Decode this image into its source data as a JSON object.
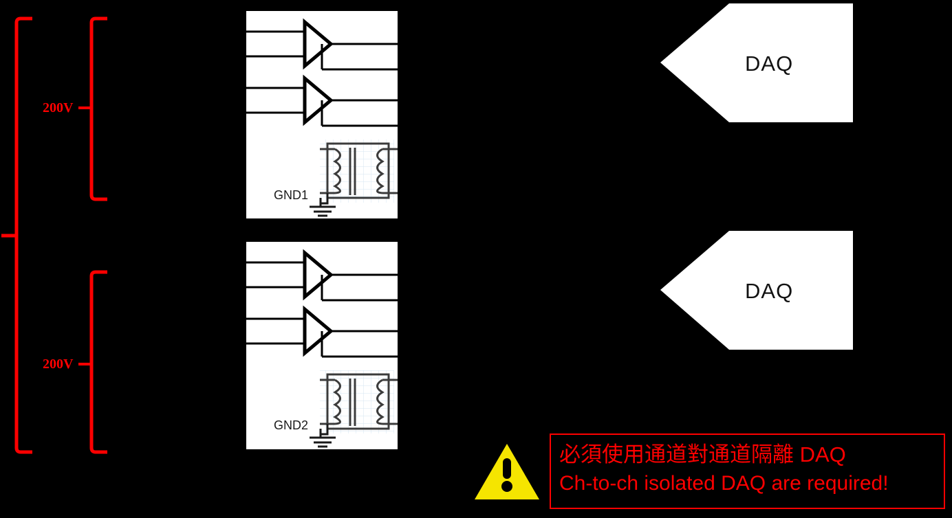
{
  "diagram": {
    "title": "Channel-to-channel isolation requirement diagram",
    "background_color": "#000000",
    "accent_red": "#FE0000",
    "warning_yellow": "#F5E500"
  },
  "voltage_brackets": {
    "outer_label": "",
    "inner": [
      {
        "label": "200V"
      },
      {
        "label": "200V"
      }
    ]
  },
  "isolation_blocks": [
    {
      "id": "block-1",
      "ground_label": "GND1",
      "amplifiers": [
        {
          "name": "amplifier-1"
        },
        {
          "name": "amplifier-2"
        }
      ],
      "transformer": {
        "name": "isolation-transformer"
      }
    },
    {
      "id": "block-2",
      "ground_label": "GND2",
      "amplifiers": [
        {
          "name": "amplifier-1"
        },
        {
          "name": "amplifier-2"
        }
      ],
      "transformer": {
        "name": "isolation-transformer"
      }
    }
  ],
  "daq_units": [
    {
      "label": "DAQ"
    },
    {
      "label": "DAQ"
    }
  ],
  "warning": {
    "icon": "warning-triangle-icon",
    "line_cjk": "必須使用通道對通道隔離 DAQ",
    "line_en": "Ch-to-ch isolated DAQ are required!",
    "border_color": "#FE0000",
    "text_color": "#FE0000",
    "icon_color": "#F5E500"
  }
}
